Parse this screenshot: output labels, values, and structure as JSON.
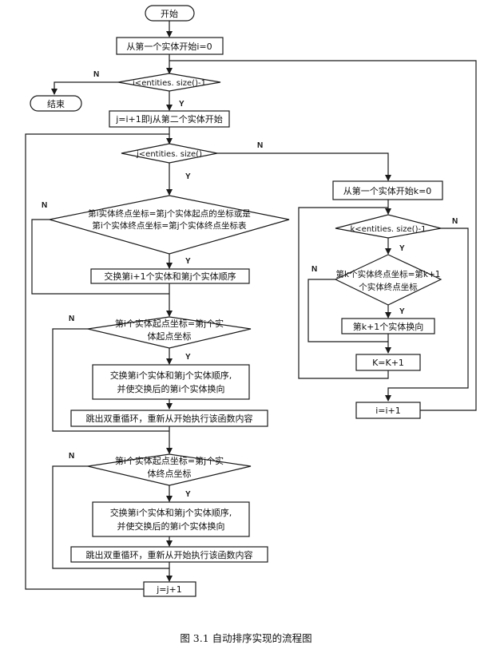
{
  "flowchart": {
    "start": "开始",
    "end": "结束",
    "init_i": "从第一个实体开始i=0",
    "cond_i": "i<entities. size()-1",
    "init_j": "j=i+1即j从第二个实体开始",
    "cond_j": "j<entities. size()",
    "cond_a_line1": "第i实体终点坐标=第j个实体起点的坐标或是",
    "cond_a_line2": "第i个实体终点坐标=第j个实体终点坐标表",
    "swap_a": "交换第i+1个实体和第j个实体顺序",
    "cond_b_line1": "第i个实体起点坐标=第j个实",
    "cond_b_line2": "体起点坐标",
    "swap_b_line1": "交换第i个实体和第j个实体顺序,",
    "swap_b_line2": "并使交换后的第i个实体换向",
    "break_b": "跳出双重循环，重新从开始执行该函数内容",
    "cond_c_line1": "第i个实体起点坐标=第j个实",
    "cond_c_line2": "体终点坐标",
    "swap_c_line1": "交换第i个实体和第j个实体顺序,",
    "swap_c_line2": "并使交换后的第i个实体换向",
    "break_c": "跳出双重循环，重新从开始执行该函数内容",
    "inc_j": "j=j+1",
    "init_k": "从第一个实体开始k=0",
    "cond_k": "k<entities. size()-1",
    "cond_d_line1": "第k个实体终点坐标=第k+1",
    "cond_d_line2": "个实体终点坐标",
    "reverse_k": "第k+1个实体换向",
    "inc_k": "K=K+1",
    "inc_i": "i=i+1",
    "yes": "Y",
    "no": "N"
  },
  "caption": "图 3.1  自动排序实现的流程图"
}
